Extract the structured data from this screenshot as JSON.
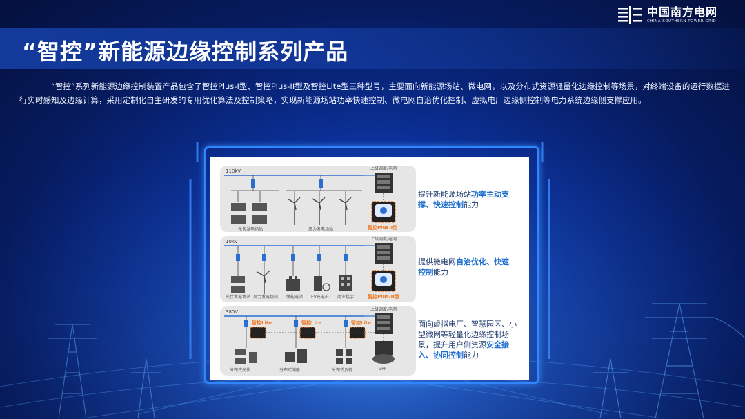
{
  "brand": {
    "name_cn": "中国南方电网",
    "name_en": "CHINA SOUTHERN POWER GRID"
  },
  "title": "“智控”新能源边缘控制系列产品",
  "intro": "“智控”系列新能源边缘控制装置产品包含了智控Plus-I型、智控Plus-II型及智控Lite型三种型号，主要面向新能源场站、微电网，以及分布式资源轻量化边缘控制等场景，对终端设备的运行数据进行实时感知及边缘计算，采用定制化自主研发的专用优化算法及控制策略，实现新能源场站功率快速控制、微电网自治优化控制、虚拟电厂边缘侧控制等电力系统边缘侧支撑应用。",
  "diagram": {
    "rows": [
      {
        "voltage": "110kV",
        "cabinet_label": "上级调度/电网",
        "device_label": "智控Plus-I型",
        "sources": [
          "光伏发电场站",
          "风力发电场站"
        ]
      },
      {
        "voltage": "10kV",
        "cabinet_label": "上级调度/电网",
        "device_label": "智控Plus-II型",
        "sources": [
          "光伏发电场站",
          "风力发电场站",
          "储能电站",
          "EV充电桩",
          "商业楼宇"
        ]
      },
      {
        "voltage": "380V",
        "cabinet_label": "上级调度/电网",
        "device_labels": [
          "智控Lite",
          "智控Lite",
          "智控Lite"
        ],
        "sources": [
          "分布式光伏",
          "分布式储能",
          "分布式负荷"
        ],
        "cloud_label": "VPP"
      }
    ]
  },
  "descriptions": [
    {
      "pre": "提升新能源场站",
      "bold": "功率主动支撑、快速控制",
      "post": "能力"
    },
    {
      "pre": "提供微电网",
      "bold": "自治优化、快速控制",
      "post": "能力"
    },
    {
      "pre": "面向虚拟电厂、智慧园区、小型微网等轻量化边缘控制场景，提升用户侧资源",
      "bold": "安全接入、协同控制",
      "post": "能力"
    }
  ],
  "colors": {
    "accent": "#1f6fd0",
    "highlight": "#f07820",
    "frame": "#2f86ff"
  }
}
